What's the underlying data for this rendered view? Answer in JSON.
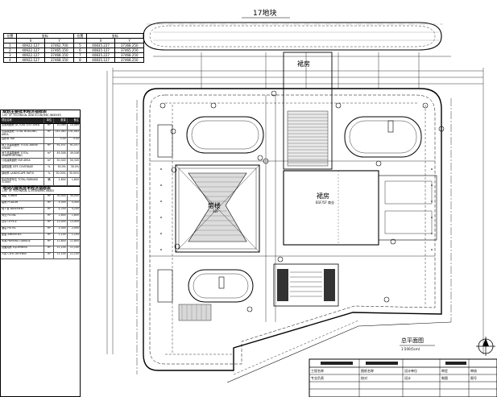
{
  "top_road": {
    "label": "17地块"
  },
  "buildings": {
    "upper": "裙房",
    "tower": "塔楼",
    "tower_sub": "32F",
    "podium": "裙房",
    "podium_sub": "B1F/5F 商业"
  },
  "site_plan_label": "总平面图",
  "site_plan_sub": "1:500(5cm)",
  "coord_table": {
    "headers": [
      "位置",
      "坐标",
      "位置",
      "坐标"
    ],
    "subheaders": [
      "",
      "X",
      "Y",
      "",
      "X",
      "Y"
    ],
    "rows": [
      [
        "1",
        "40922.127",
        "37462.700",
        "5",
        "40835.227",
        "37368.250"
      ],
      [
        "2",
        "40922.127",
        "37465.150",
        "6",
        "40835.127",
        "37465.250"
      ],
      [
        "3",
        "40922.127",
        "37468.150",
        "7",
        "40835.227",
        "37468.250"
      ],
      [
        "4",
        "40922.127",
        "37468.150",
        "8",
        "40835.127",
        "37468.250"
      ]
    ]
  },
  "panel": {
    "title": "规划主要技术经济指标表",
    "subtitle": "LIST OF TECHNICAL AND ECONOMIC INDEXES",
    "head": [
      "项目名称",
      "单位",
      "数量",
      "备注"
    ],
    "rows": [
      [
        "总用地面积 ACTUAL SITE AREA",
        "m²",
        "10,069",
        "10,069"
      ],
      [
        "总建筑面积 TOTAL BUILDING AREA",
        "m²",
        "141,083",
        "141,083"
      ],
      [
        "容积率 FAR",
        "",
        "5.00",
        "5.00"
      ],
      [
        "地上总建筑面积 TOTAL ABOVE GRADE",
        "m²",
        "91,537",
        "91,537"
      ],
      [
        "地下总建筑面积 TOTAL UNDERGROUND",
        "m²",
        "49,546",
        "49,546"
      ],
      [
        "计容建筑面积 FAR AREA",
        "m²",
        "50,345",
        "50,345"
      ],
      [
        "建筑密度 SITE COVERAGE",
        "%",
        "30.0%",
        "30.0%"
      ],
      [
        "绿地率 LANDSCAPE RATIO",
        "%",
        "30.00%",
        "30.00%"
      ],
      [
        "机动车停车位 TOTAL PARKING COUNT",
        "辆",
        "1,600",
        "1,600"
      ]
    ],
    "section2_title": "地块内建筑技术经济指标表",
    "section2_subtitle": "LIST OF TECHNICAL & ECONOMIC INDEX",
    "rows2": [
      [
        "塔楼 TOWER",
        "m²",
        "30,000",
        "30,000"
      ],
      [
        "裙房 PODIUM",
        "m²",
        "5,500",
        "5,500"
      ],
      [
        "地下室 BASEMENT",
        "m²",
        "4,200",
        "4,200"
      ],
      [
        "商业 RETAIL",
        "m²",
        "1,800",
        "1,800"
      ],
      [
        "办公 OFFICE",
        "m²",
        "13,000",
        "13,000"
      ],
      [
        "酒店 HOTEL",
        "m²",
        "2,000",
        "2,000"
      ],
      [
        "配套 AMENITIES",
        "m²",
        "1,100",
        "1,100"
      ],
      [
        "车库 PARKING GARAGE",
        "m²",
        "11,800",
        "11,800"
      ],
      [
        "设备用房 EQUIPMENT",
        "m²",
        "11,100",
        "11,100"
      ],
      [
        "人防 CIVIL DEFENSE",
        "m²",
        "11,100",
        "11,100"
      ]
    ]
  },
  "title_block": {
    "cells": [
      "工程名称",
      "图纸名称",
      "设计单位",
      "审定",
      "审核",
      "专业负责",
      "校对",
      "设计",
      "制图",
      "图号"
    ]
  }
}
